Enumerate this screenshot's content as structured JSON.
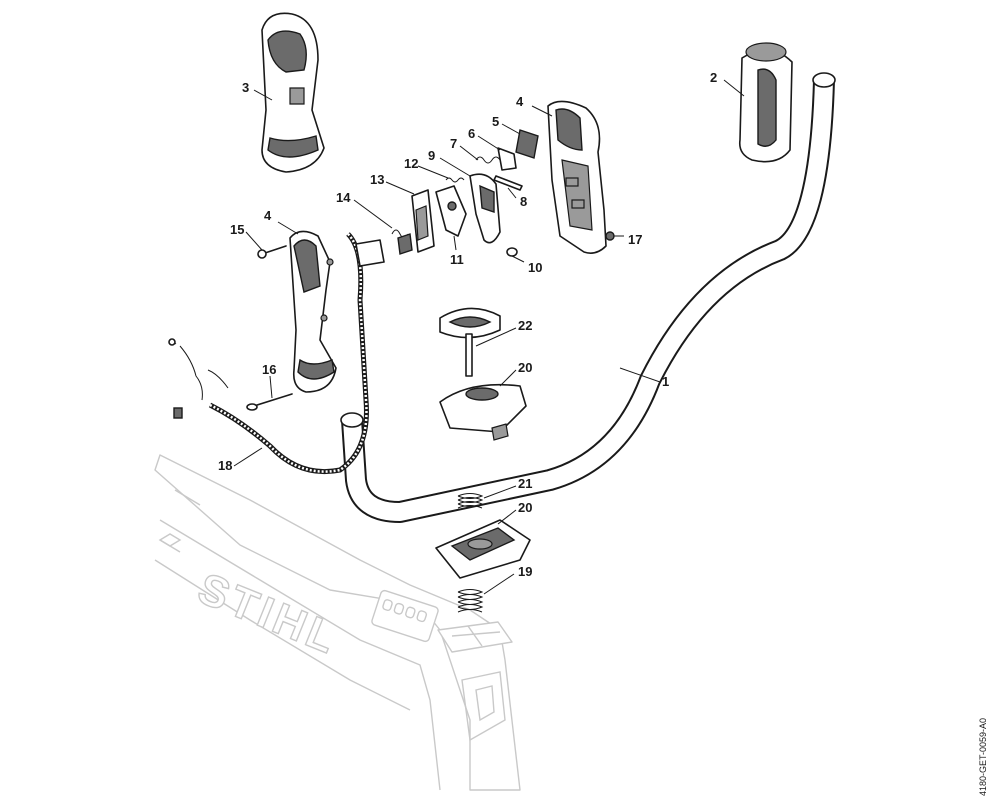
{
  "diagram": {
    "brand_mark": "STIHL",
    "drawing_code": "4180-GET-0059-A0",
    "callouts": [
      {
        "id": "c1",
        "text": "1"
      },
      {
        "id": "c2",
        "text": "2"
      },
      {
        "id": "c3",
        "text": "3"
      },
      {
        "id": "c4a",
        "text": "4"
      },
      {
        "id": "c4b",
        "text": "4"
      },
      {
        "id": "c5",
        "text": "5"
      },
      {
        "id": "c6",
        "text": "6"
      },
      {
        "id": "c7",
        "text": "7"
      },
      {
        "id": "c8",
        "text": "8"
      },
      {
        "id": "c9",
        "text": "9"
      },
      {
        "id": "c10",
        "text": "10"
      },
      {
        "id": "c11",
        "text": "11"
      },
      {
        "id": "c12",
        "text": "12"
      },
      {
        "id": "c13",
        "text": "13"
      },
      {
        "id": "c14",
        "text": "14"
      },
      {
        "id": "c15",
        "text": "15"
      },
      {
        "id": "c16",
        "text": "16"
      },
      {
        "id": "c17",
        "text": "17"
      },
      {
        "id": "c18",
        "text": "18"
      },
      {
        "id": "c19",
        "text": "19"
      },
      {
        "id": "c20a",
        "text": "20"
      },
      {
        "id": "c20b",
        "text": "20"
      },
      {
        "id": "c21",
        "text": "21"
      },
      {
        "id": "c22",
        "text": "22"
      }
    ]
  }
}
